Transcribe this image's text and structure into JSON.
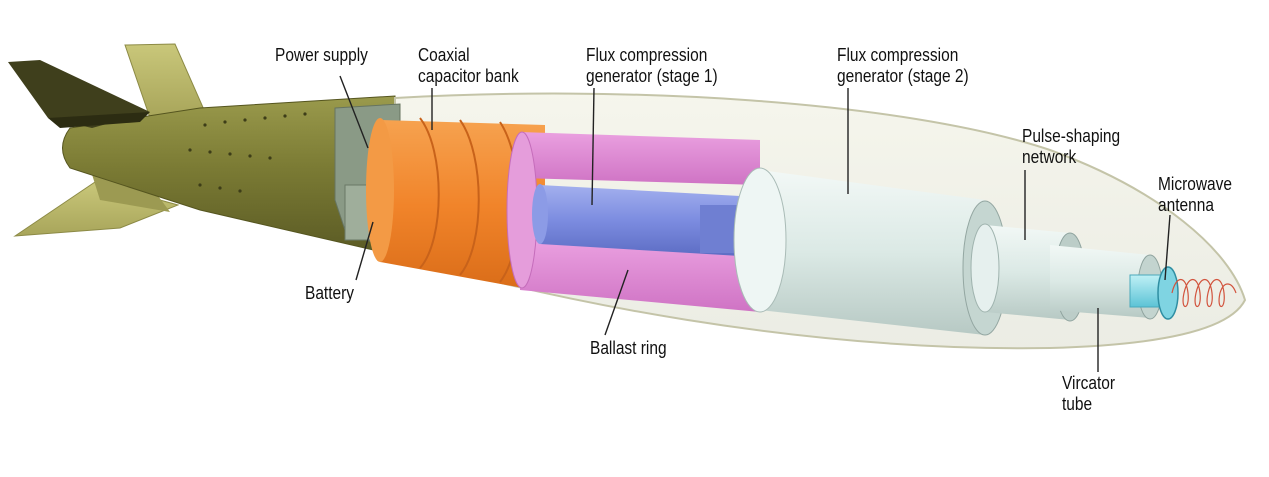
{
  "labels": {
    "power_supply": "Power supply",
    "coaxial_line1": "Coaxial",
    "coaxial_line2": "capacitor bank",
    "flux1_line1": "Flux compression",
    "flux1_line2": "generator (stage 1)",
    "flux2_line1": "Flux compression",
    "flux2_line2": "generator (stage 2)",
    "pulse_line1": "Pulse-shaping",
    "pulse_line2": "network",
    "microwave_line1": "Microwave",
    "microwave_line2": "antenna",
    "battery": "Battery",
    "ballast_ring": "Ballast ring",
    "vircator_line1": "Vircator",
    "vircator_line2": "tube"
  },
  "colors": {
    "bomb_body": "#8a8a3e",
    "tail_fin": "#b9b86a",
    "capacitor_bank": "#f2862c",
    "flux_generator_1": "#e18ad6",
    "flux_core": "#7f8fe0",
    "flux_generator_2": "#dfeeea",
    "antenna": "#8fdcea",
    "antenna_coil": "#d2543e",
    "casing_outline": "#c9c9b4"
  }
}
